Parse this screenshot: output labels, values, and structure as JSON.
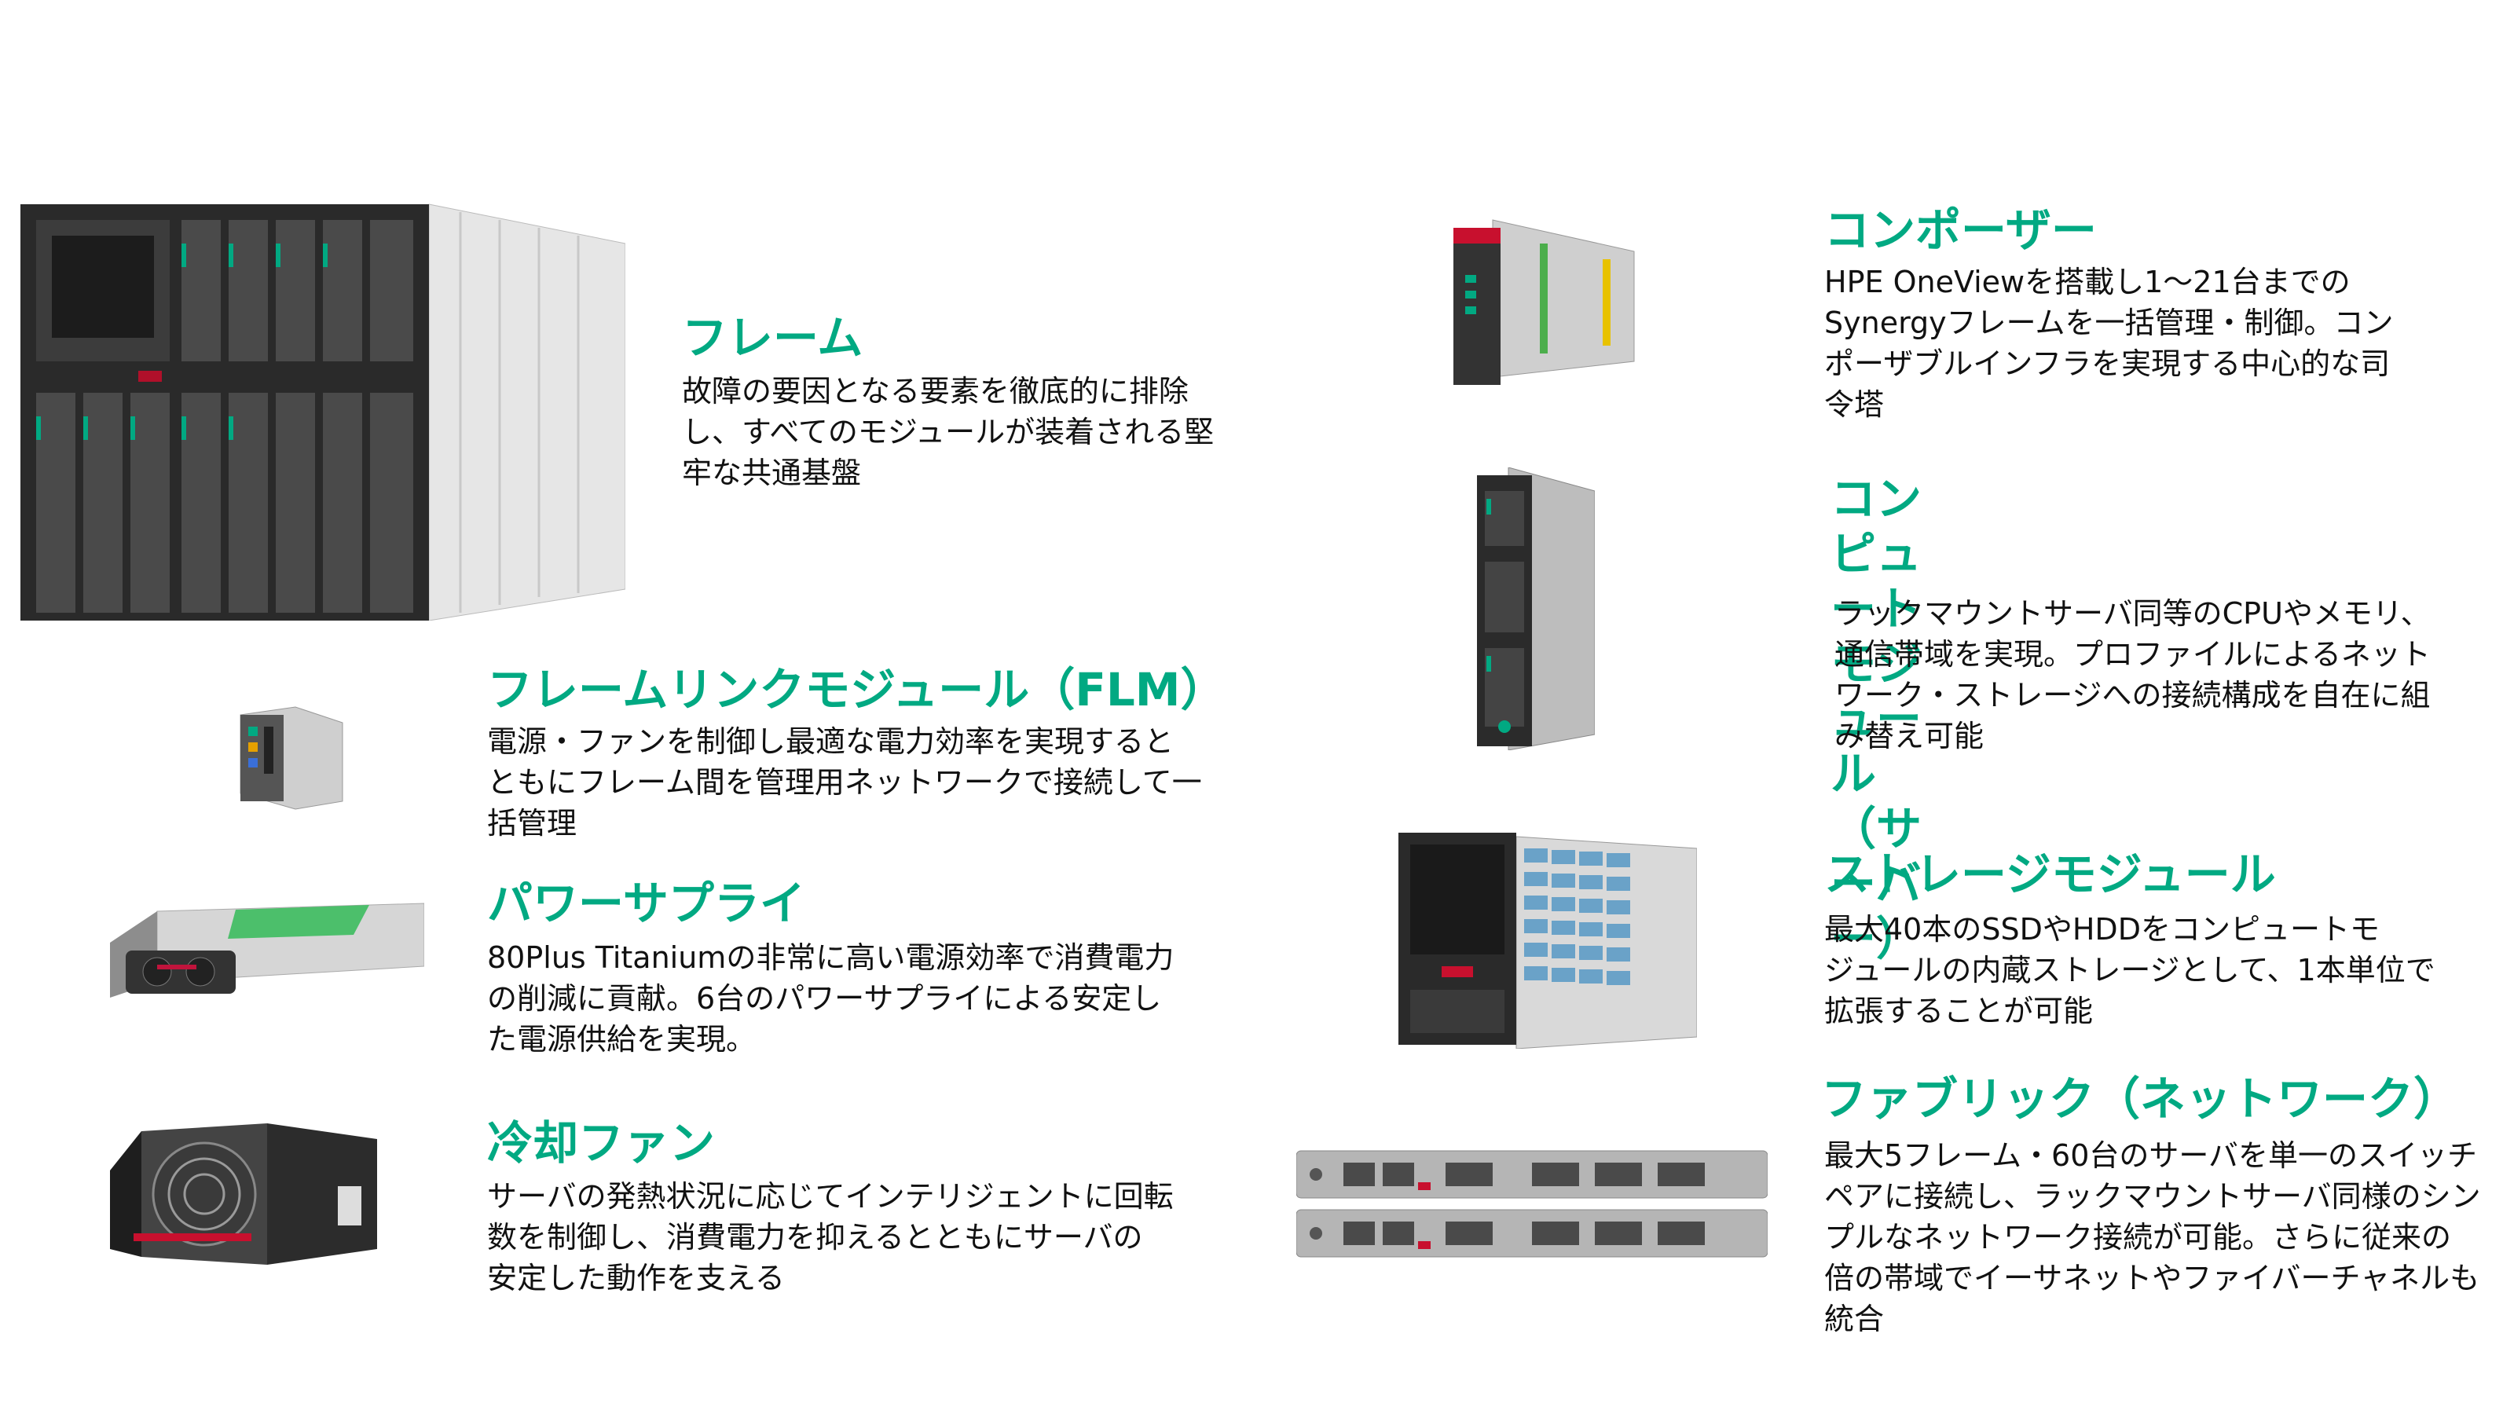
{
  "colors": {
    "accent": "#01a982",
    "text": "#111111",
    "background": "#ffffff"
  },
  "items": [
    {
      "id": "frame",
      "title": "フレーム",
      "description": "故障の要因となる要素を徹底的に排除\nし、すべてのモジュールが装着される堅\n牢な共通基盤"
    },
    {
      "id": "flm",
      "title": "フレームリンクモジュール（FLM）",
      "description": "電源・ファンを制御し最適な電力効率を実現すると\nともにフレーム間を管理用ネットワークで接続して一\n括管理"
    },
    {
      "id": "psu",
      "title": "パワーサプライ",
      "description": "80Plus Titaniumの非常に高い電源効率で消費電力\nの削減に貢献。6台のパワーサプライによる安定し\nた電源供給を実現。"
    },
    {
      "id": "fan",
      "title": "冷却ファン",
      "description": "サーバの発熱状況に応じてインテリジェントに回転\n数を制御し、消費電力を抑えるとともにサーバの\n安定した動作を支える"
    },
    {
      "id": "composer",
      "title": "コンポーザー",
      "description": "HPE OneViewを搭載し1～21台までの\nSynergyフレームを一括管理・制御。コン\nポーザブルインフラを実現する中心的な司\n令塔"
    },
    {
      "id": "compute",
      "title": "コンピュートモジュール\n（サーバー）",
      "description": "ラックマウントサーバ同等のCPUやメモリ、\n通信帯域を実現。プロファイルによるネット\nワーク・ストレージへの接続構成を自在に組\nみ替え可能"
    },
    {
      "id": "storage",
      "title": "ストレージモジュール",
      "description": "最大40本のSSDやHDDをコンピュートモ\nジュールの内蔵ストレージとして、1本単位で\n拡張することが可能"
    },
    {
      "id": "fabric",
      "title": "ファブリック（ネットワーク）",
      "description": "最大5フレーム・60台のサーバを単一のスイッチ\nペアに接続し、ラックマウントサーバ同様のシン\nプルなネットワーク接続が可能。さらに従来の\n倍の帯域でイーサネットやファイバーチャネルも\n統合"
    }
  ]
}
